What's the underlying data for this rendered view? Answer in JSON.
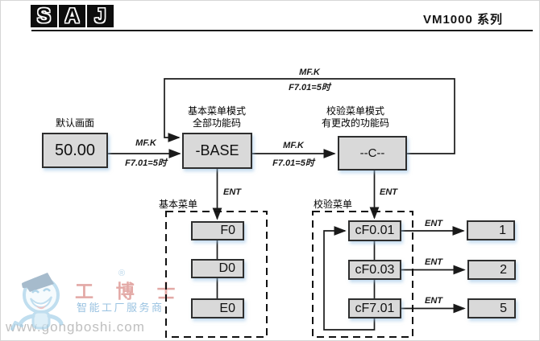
{
  "header": {
    "logo_letters": [
      "S",
      "A",
      "J"
    ],
    "title": "VM1000  系列"
  },
  "colors": {
    "box_fill": "#d9d9d9",
    "box_border": "#2e2e2e",
    "line": "#1a1a1a",
    "watermark_red": "#dd9490",
    "watermark_blue": "#8fbcde",
    "watermark_gray": "#bcbcbc"
  },
  "diagram": {
    "default_screen": {
      "label": "默认画面",
      "value": "50.00"
    },
    "base_mode": {
      "label_line1": "基本菜单模式",
      "label_line2": "全部功能码",
      "value": "-BASE"
    },
    "check_mode": {
      "label_line1": "校验菜单模式",
      "label_line2": "有更改的功能码",
      "value": "--C--"
    },
    "loop_label": {
      "line1": "MF.K",
      "line2": "F7.01=5时"
    },
    "arrow_label": {
      "line1": "MF.K",
      "line2": "F7.01=5时"
    },
    "ent_label": "ENT",
    "basic_menu": {
      "title": "基本菜单",
      "items": [
        "F0",
        "D0",
        "E0"
      ]
    },
    "check_menu": {
      "title": "校验菜单",
      "items": [
        {
          "code": "cF0.01",
          "result": "1"
        },
        {
          "code": "cF0.03",
          "result": "2"
        },
        {
          "code": "cF7.01",
          "result": "5"
        }
      ]
    }
  },
  "watermark": {
    "reg": "®",
    "brand": "工 博 士",
    "tagline": "智能工厂服务商",
    "url": "www.gongboshi.com"
  }
}
